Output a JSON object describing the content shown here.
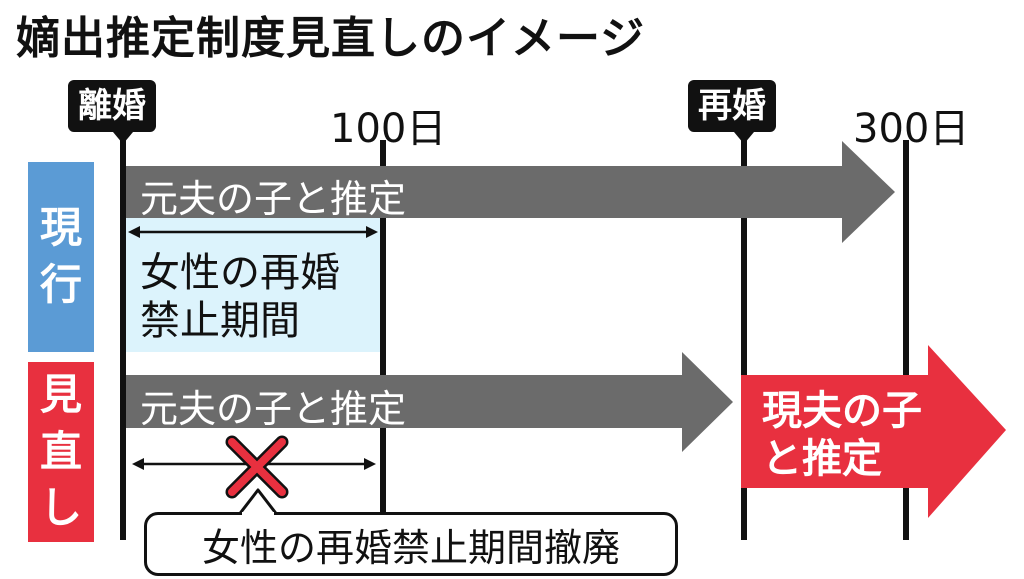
{
  "title": "嫡出推定制度見直しのイメージ",
  "timeline": {
    "divorce_label": "離婚",
    "remarriage_label": "再婚",
    "day100_label": "100日",
    "day300_label": "300日"
  },
  "current": {
    "side_label_1": "現",
    "side_label_2": "行",
    "arrow_text": "元夫の子と推定",
    "period_line1": "女性の再婚",
    "period_line2": "禁止期間",
    "arrow_color": "#6b6b6b",
    "side_color": "#5b9bd5",
    "period_color": "#dcf3fc"
  },
  "revised": {
    "side_label_1": "見",
    "side_label_2": "直",
    "side_label_3": "し",
    "arrow_text": "元夫の子と推定",
    "red_arrow_line1": "現夫の子",
    "red_arrow_line2": "と推定",
    "abolish_text": "女性の再婚禁止期間撤廃",
    "red_color": "#e8303f",
    "cross_color": "#e8303f"
  }
}
